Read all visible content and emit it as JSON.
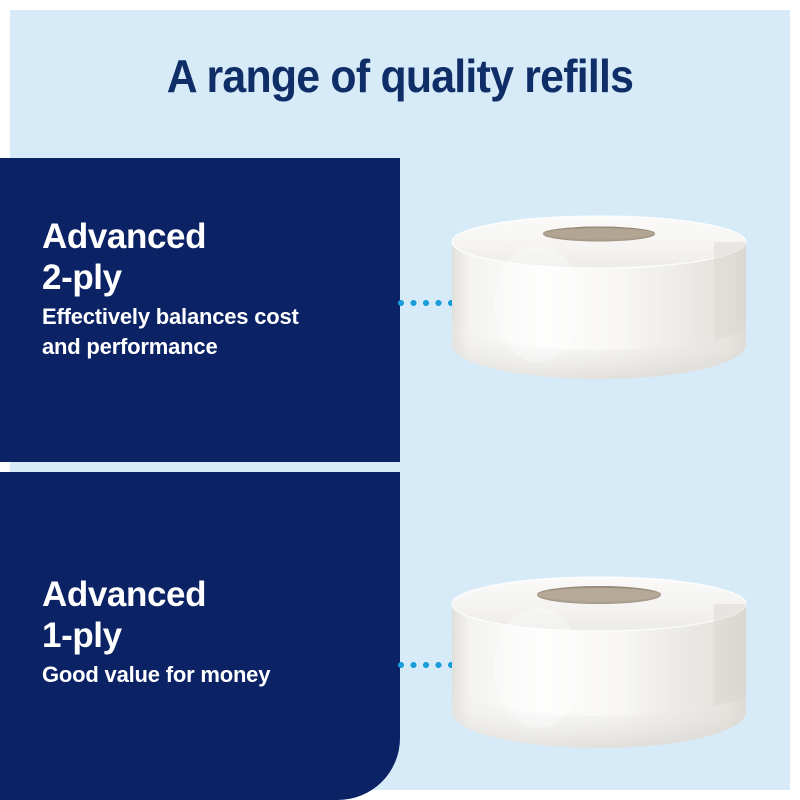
{
  "poster": {
    "title": "A range of quality refills",
    "background_color": "#d7eaf8",
    "frame_color": "#ffffff",
    "title_color": "#0f2d66",
    "card_color": "#0b2265",
    "accent_color": "#1b9ddb"
  },
  "cards": [
    {
      "heading_line1": "Advanced",
      "heading_line2": "2-ply",
      "subtitle_line1": "Effectively balances cost",
      "subtitle_line2": "and performance",
      "connector_icon": "dotted-leader-line",
      "marker_icon": "ring-marker-icon",
      "product_icon": "toilet-roll-icon"
    },
    {
      "heading_line1": "Advanced",
      "heading_line2": "1-ply",
      "subtitle_line1": "Good value for money",
      "subtitle_line2": "",
      "connector_icon": "dotted-leader-line",
      "marker_icon": "ring-marker-icon",
      "product_icon": "toilet-roll-icon"
    }
  ]
}
